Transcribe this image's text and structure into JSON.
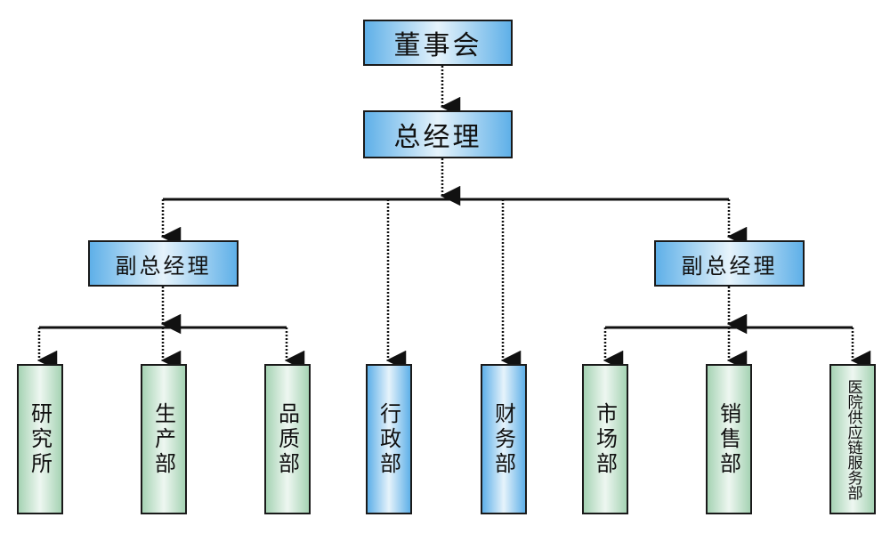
{
  "org": {
    "board": "董事会",
    "gm": "总经理",
    "vp_left": "副总经理",
    "vp_right": "副总经理",
    "departments": {
      "research": "研究所",
      "production": "生产部",
      "quality": "品质部",
      "admin": "行政部",
      "finance": "财务部",
      "market": "市场部",
      "sales": "销售部",
      "hospital_supply": "医院供应链服务部"
    }
  },
  "colors": {
    "blue": "#5fb0e8",
    "green": "#a6d3b4",
    "line": "#111111"
  }
}
